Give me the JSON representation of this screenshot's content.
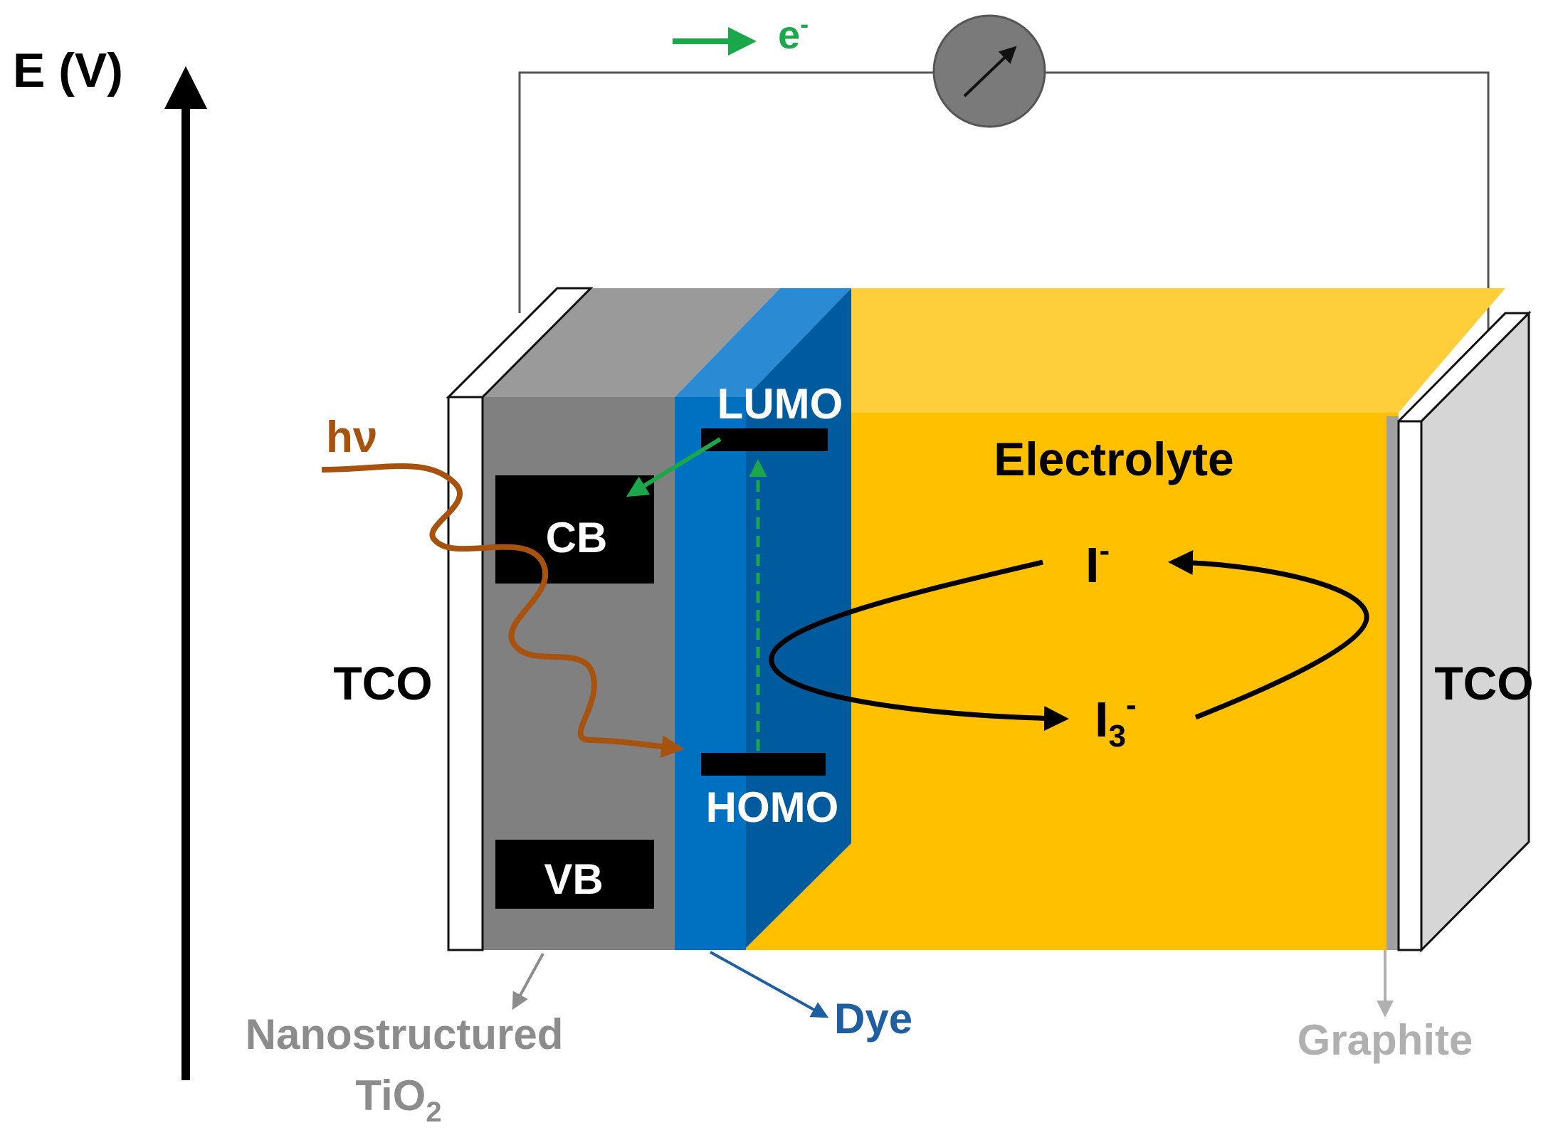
{
  "axis": {
    "label": "E (V)"
  },
  "circuit": {
    "electron_label": "e",
    "electron_superscript": "-",
    "electron_arrow_color": "#1aa84a",
    "meter_icon": "ammeter-icon",
    "meter_color": "#7a7a7a"
  },
  "photon": {
    "label": "hν",
    "color": "#a8520f"
  },
  "tio2": {
    "cb_label": "CB",
    "vb_label": "VB",
    "caption_line1": "Nanostructured",
    "caption_line2_main": "TiO",
    "caption_line2_sub": "2",
    "color": "#808080",
    "caption_color": "#8c8c8c"
  },
  "dye": {
    "lumo_label": "LUMO",
    "homo_label": "HOMO",
    "caption": "Dye",
    "color": "#0070c0",
    "caption_color": "#1f5fa0"
  },
  "electrolyte": {
    "label": "Electrolyte",
    "iodide_main": "I",
    "iodide_sup": "-",
    "triiodide_main": "I",
    "triiodide_sub": "3",
    "triiodide_sup": "-",
    "color": "#ffc000"
  },
  "tco": {
    "left_label": "TCO",
    "right_label": "TCO"
  },
  "graphite": {
    "caption": "Graphite",
    "caption_color": "#b0b0b0"
  }
}
